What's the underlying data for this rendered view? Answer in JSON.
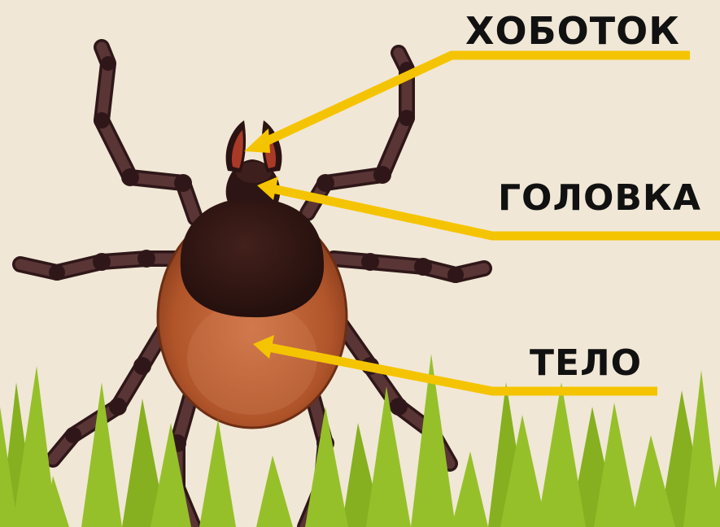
{
  "labels": {
    "proboscis": "ХОБОТОК",
    "head": "ГОЛОВКА",
    "body": "ТЕЛО"
  },
  "colors": {
    "background": "#f1e7d6",
    "grass": "#96c02a",
    "pointer": "#f5c400",
    "body": "#b85a2e",
    "shield": "#2d1512",
    "legs": "#4a2a2a"
  }
}
